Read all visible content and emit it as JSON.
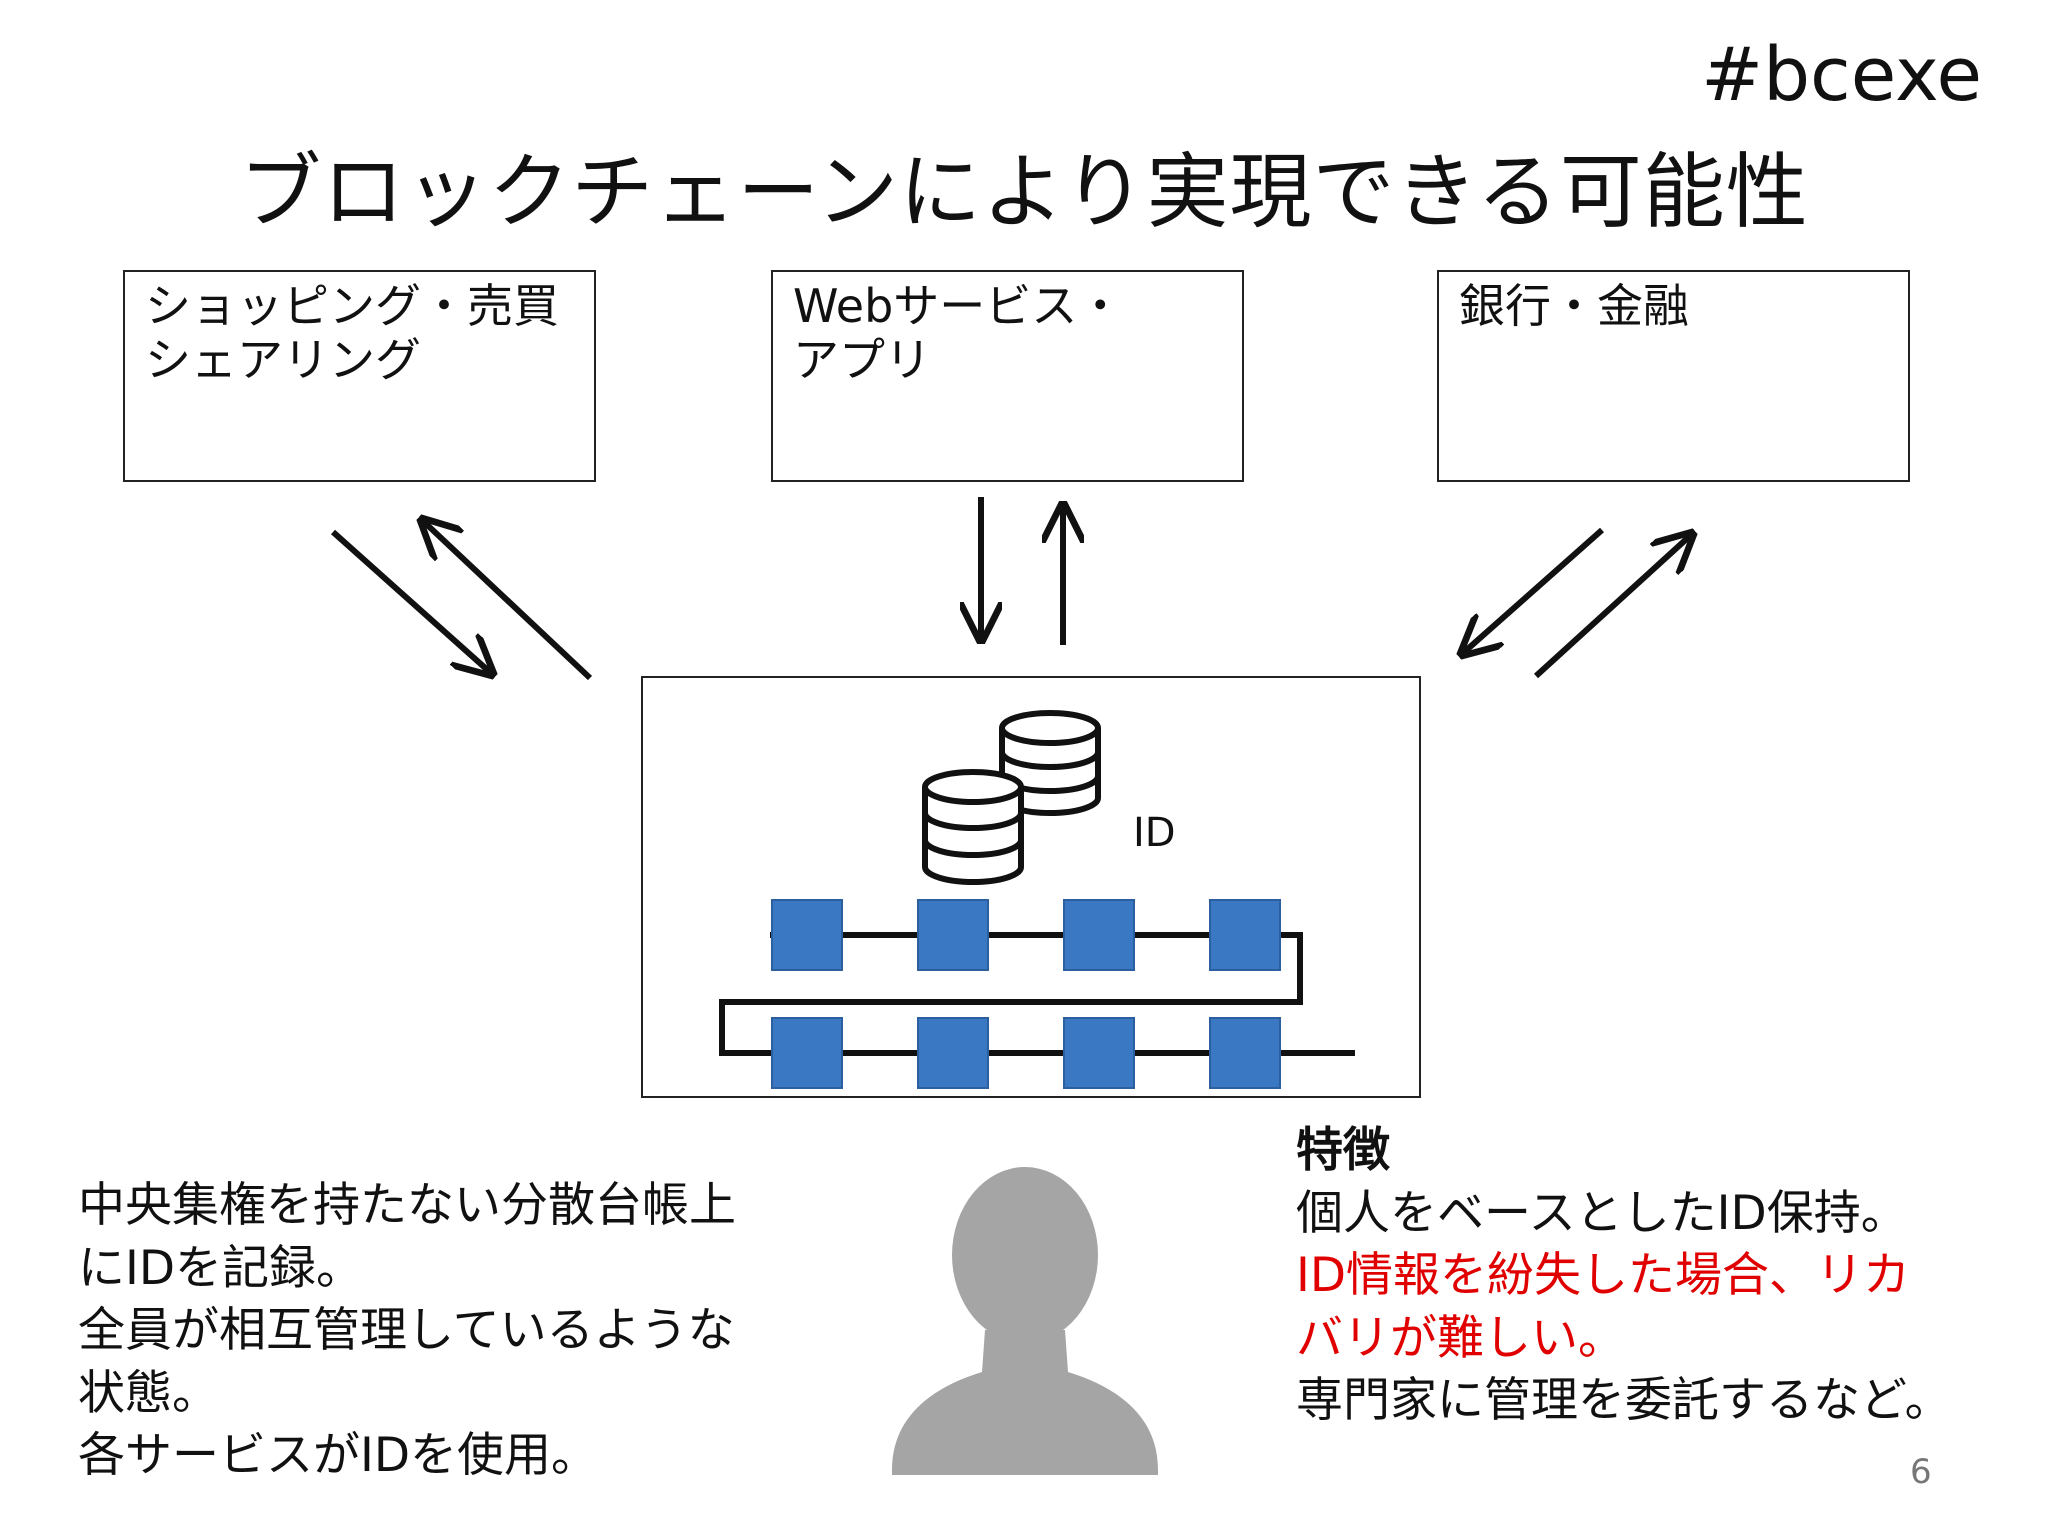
{
  "hashtag": "#bcexe",
  "title": "ブロックチェーンにより実現できる可能性",
  "services": [
    {
      "lines": [
        "ショッピング・売買",
        "シェアリング"
      ]
    },
    {
      "lines": [
        "Webサービス・",
        "アプリ"
      ]
    },
    {
      "lines": [
        "銀行・金融"
      ]
    }
  ],
  "center": {
    "id_label": "ID",
    "blocks_per_row": 4,
    "block_color": "#3a78c4"
  },
  "left_text": [
    "中央集権を持たない分散台帳上",
    "にIDを記録。",
    "全員が相互管理しているような",
    "状態。",
    "各サービスがIDを使用。"
  ],
  "features": {
    "heading": "特徴",
    "line1": "個人をベースとしたID保持。",
    "red_lines": [
      "ID情報を紛失した場合、リカ",
      "バリが難しい。"
    ],
    "line_last": "専門家に管理を委託するなど。"
  },
  "person_icon_color": "#a5a5a5",
  "icons": [
    "database-icon",
    "person-icon"
  ],
  "page_number": "6"
}
